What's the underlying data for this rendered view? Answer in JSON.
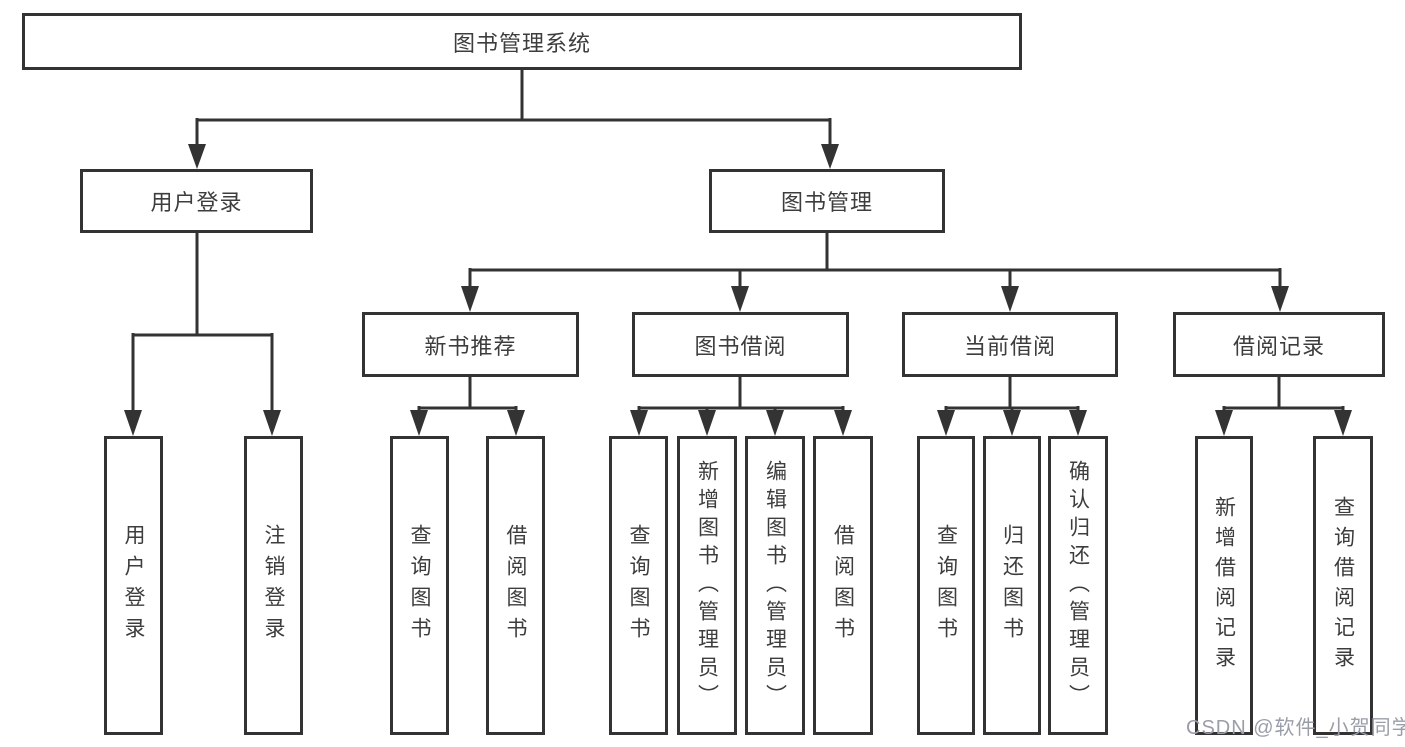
{
  "diagram_type": "hierarchy-tree",
  "tree": {
    "root": {
      "label": "图书管理系统",
      "children": [
        {
          "label": "用户登录",
          "children": [
            {
              "label": "用户登录"
            },
            {
              "label": "注销登录"
            }
          ]
        },
        {
          "label": "图书管理",
          "children": [
            {
              "label": "新书推荐",
              "children": [
                {
                  "label": "查询图书"
                },
                {
                  "label": "借阅图书"
                }
              ]
            },
            {
              "label": "图书借阅",
              "children": [
                {
                  "label": "查询图书"
                },
                {
                  "label": "新增图书（管理员）"
                },
                {
                  "label": "编辑图书（管理员）"
                },
                {
                  "label": "借阅图书"
                }
              ]
            },
            {
              "label": "当前借阅",
              "children": [
                {
                  "label": "查询图书"
                },
                {
                  "label": "归还图书"
                },
                {
                  "label": "确认归还（管理员）"
                }
              ]
            },
            {
              "label": "借阅记录",
              "children": [
                {
                  "label": "新增借阅记录"
                },
                {
                  "label": "查询借阅记录"
                }
              ]
            }
          ]
        }
      ]
    }
  },
  "watermark": {
    "text": "CSDN @软件_小贺同学"
  },
  "colors": {
    "line": "#333333",
    "text": "#3d3d3d",
    "background": "#ffffff",
    "watermark": "#9a9ea8"
  }
}
